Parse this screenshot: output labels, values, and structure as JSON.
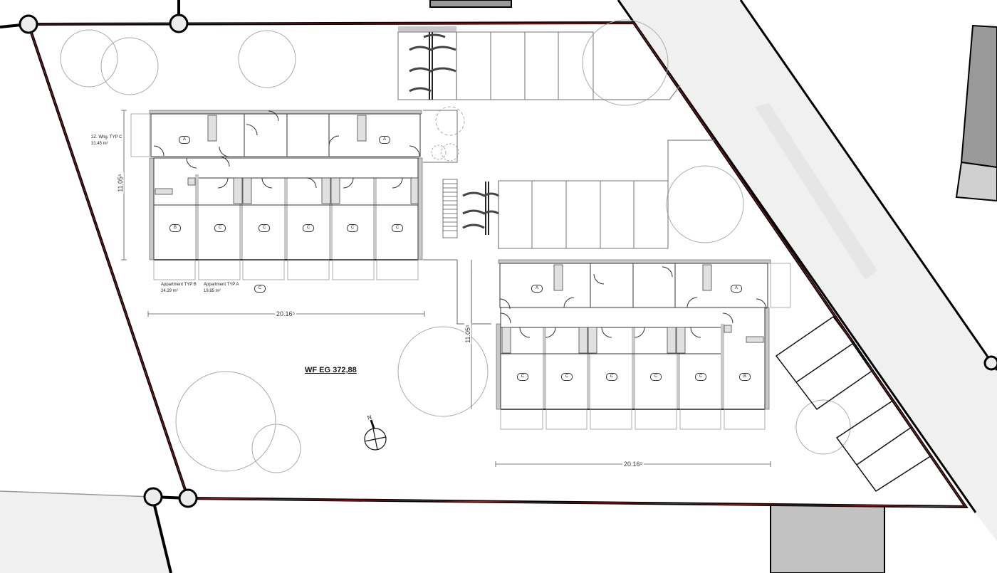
{
  "plan": {
    "title": "WF EG 372,88",
    "north_label": "N",
    "colors": {
      "background": "#ffffff",
      "road": "#f0f0f0",
      "neighbor_building_dark": "#9a9a9a",
      "neighbor_building_light": "#cfcfcf",
      "wall": "#c8c8c8",
      "boundary": "#000000",
      "boundary_accent": "#c0262d",
      "tree_outline": "#aaaaaa"
    }
  },
  "building_west": {
    "unit_note": {
      "label": "2Z. Whg. TYP C",
      "area": "31.45 m²"
    },
    "legend": [
      {
        "label": "Appartment TYP B",
        "area": "24.29 m²"
      },
      {
        "label": "Appartment TYP A",
        "area": "19.85 m²"
      }
    ],
    "legend_tag": "C",
    "dimension_width": "20.16⁵",
    "dimension_depth": "11.05⁵",
    "units_top": [
      "A",
      "A"
    ],
    "units_bottom": [
      "B",
      "C",
      "C",
      "C",
      "C",
      "C"
    ]
  },
  "building_east": {
    "dimension_width": "20.16⁵",
    "dimension_depth": "11.05⁵",
    "units_top": [
      "A",
      "A"
    ],
    "units_bottom": [
      "C",
      "C",
      "C",
      "C",
      "C",
      "B"
    ]
  }
}
